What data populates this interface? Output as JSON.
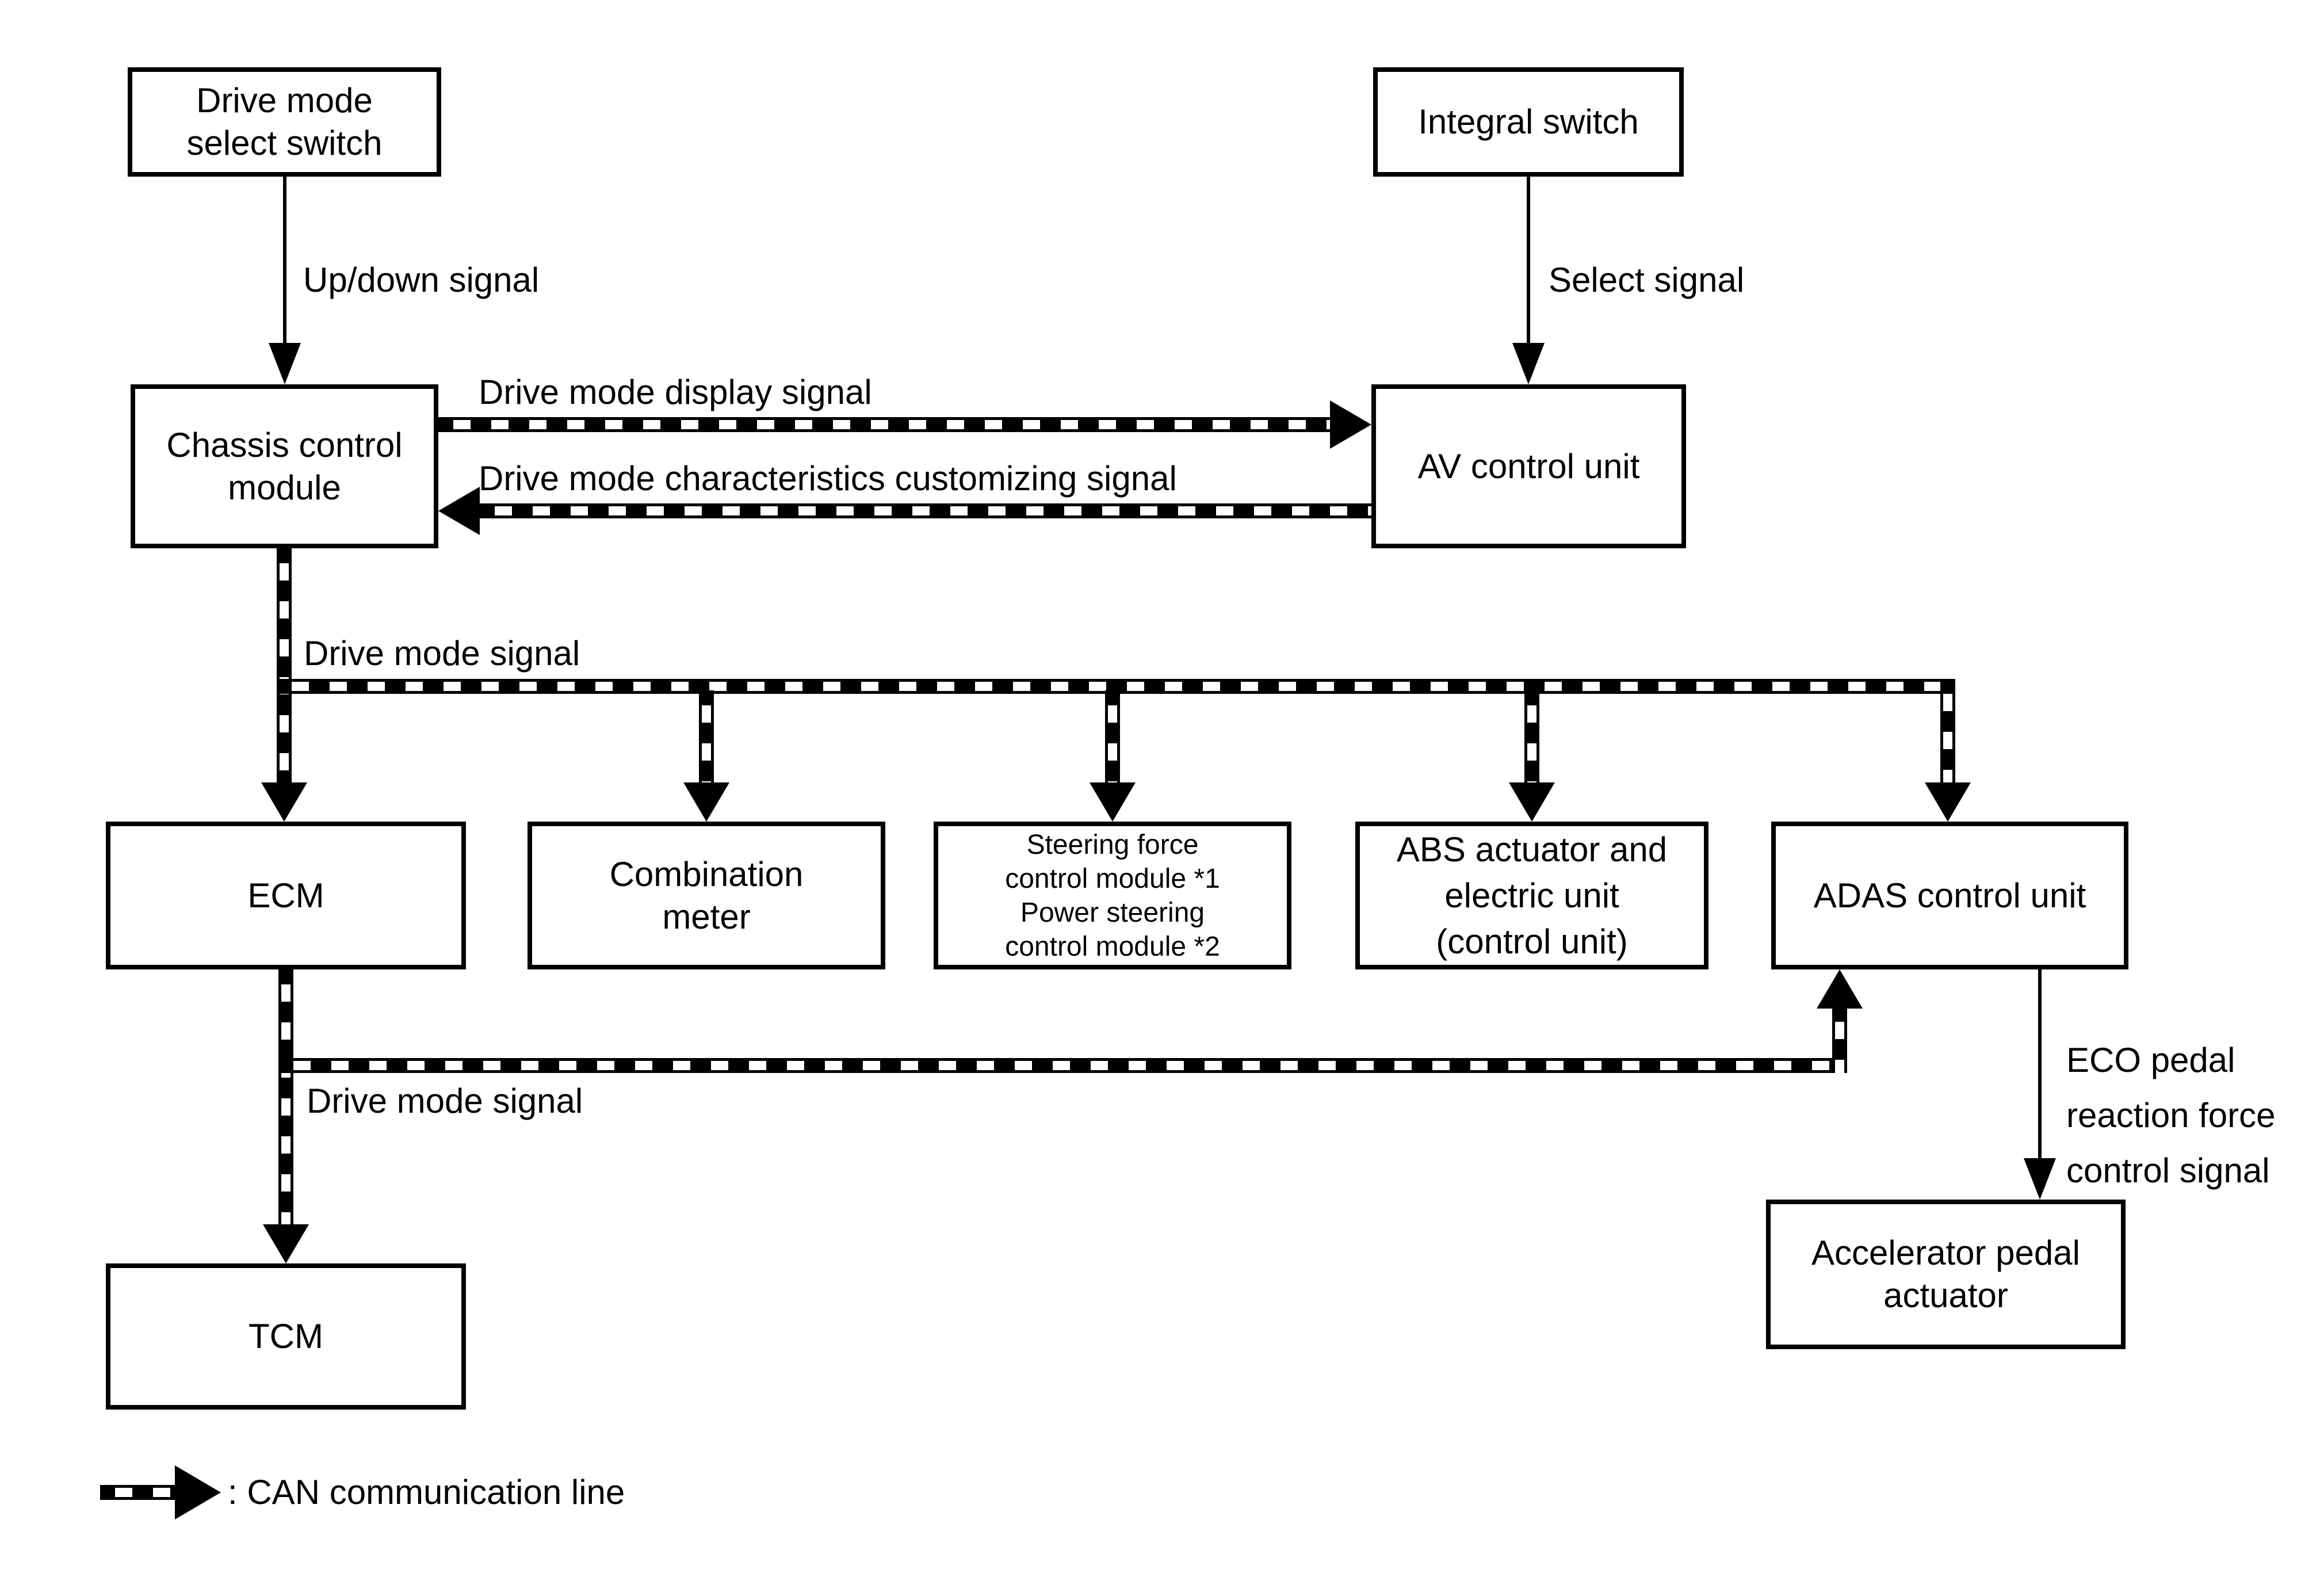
{
  "colors": {
    "background": "#ffffff",
    "ink": "#000000"
  },
  "boxes": {
    "drive_mode_select_switch": {
      "lines": [
        "Drive mode",
        "select switch"
      ]
    },
    "integral_switch": {
      "lines": [
        "Integral switch"
      ]
    },
    "chassis_control_module": {
      "lines": [
        "Chassis control",
        "module"
      ]
    },
    "av_control_unit": {
      "lines": [
        "AV control unit"
      ]
    },
    "ecm": {
      "lines": [
        "ECM"
      ]
    },
    "combination_meter": {
      "lines": [
        "Combination",
        "meter"
      ]
    },
    "steering_modules": {
      "lines": [
        "Steering force",
        "control module *1",
        "Power steering",
        "control module *2"
      ]
    },
    "abs_actuator": {
      "lines": [
        "ABS actuator and",
        "electric unit",
        "(control unit)"
      ]
    },
    "adas_control_unit": {
      "lines": [
        "ADAS control unit"
      ]
    },
    "tcm": {
      "lines": [
        "TCM"
      ]
    },
    "accelerator_pedal_actuator": {
      "lines": [
        "Accelerator pedal",
        "actuator"
      ]
    }
  },
  "signals": {
    "up_down": "Up/down signal",
    "select": "Select signal",
    "drive_mode_display": "Drive mode display signal",
    "drive_mode_characteristics": "Drive mode characteristics customizing signal",
    "drive_mode_bus": "Drive mode signal",
    "drive_mode_ecm_tcm": "Drive mode signal",
    "eco_pedal": {
      "lines": [
        "ECO pedal",
        "reaction force",
        "control signal"
      ]
    }
  },
  "legend": {
    "can_label": ": CAN communication line"
  }
}
